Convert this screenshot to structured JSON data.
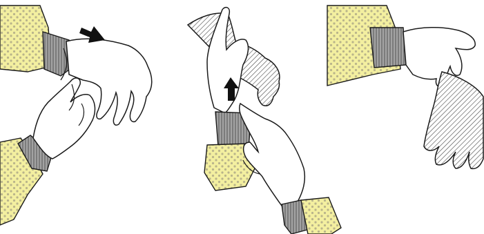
{
  "colors": {
    "background": "#ffffff",
    "sleeve": "#f3efa0",
    "sleeve_dots": "#b9b48a",
    "cuff": "#9a9a9a",
    "cuff_stripes": "#5c5c5c",
    "glove": "#ffffff",
    "outline": "#1a1a1a",
    "hatch": "#444444",
    "arrow": "#111111"
  },
  "panels": [
    {
      "id": "step-1",
      "icons": [
        "sleeve-icon",
        "knit-cuff-icon",
        "gloved-hand-icon",
        "arrow-icon"
      ],
      "arrow_direction": "down-right"
    },
    {
      "id": "step-2",
      "icons": [
        "sleeve-icon",
        "knit-cuff-icon",
        "gloved-hand-icon",
        "inside-out-glove-icon",
        "arrow-icon"
      ],
      "arrow_direction": "up"
    },
    {
      "id": "step-3",
      "icons": [
        "sleeve-icon",
        "knit-cuff-icon",
        "bare-hand-icon",
        "inside-out-glove-icon"
      ],
      "arrow_direction": ""
    }
  ]
}
